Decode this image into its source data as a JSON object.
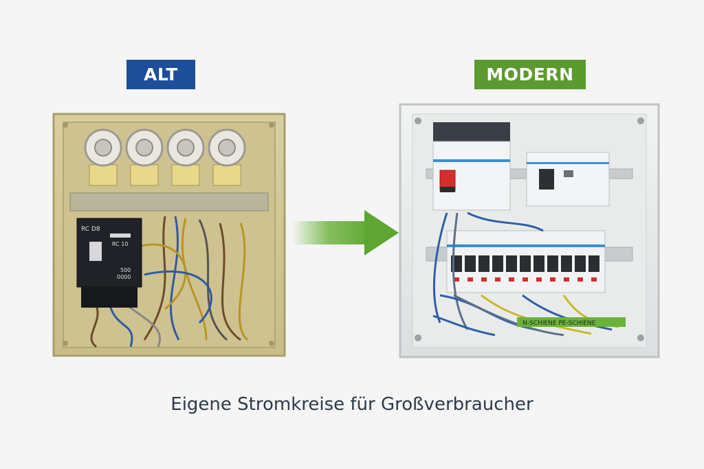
{
  "labels": {
    "old": "ALT",
    "new": "MODERN"
  },
  "caption": "Eigene Stromkreise für Großverbraucher",
  "old_panel": {
    "device_label": "RC D8",
    "device_label_2": "RC 10",
    "device_value": "500",
    "device_value_2": "0000"
  },
  "new_panel": {
    "busbar_label": "N-SCHIENE PE-SCHIENE"
  },
  "colors": {
    "old_label_bg": "#1d4e9a",
    "new_label_bg": "#5b9a2f",
    "arrow": "#6bb23a",
    "caption": "#2d3a4a"
  },
  "icons": {
    "arrow": "right-arrow-icon"
  }
}
